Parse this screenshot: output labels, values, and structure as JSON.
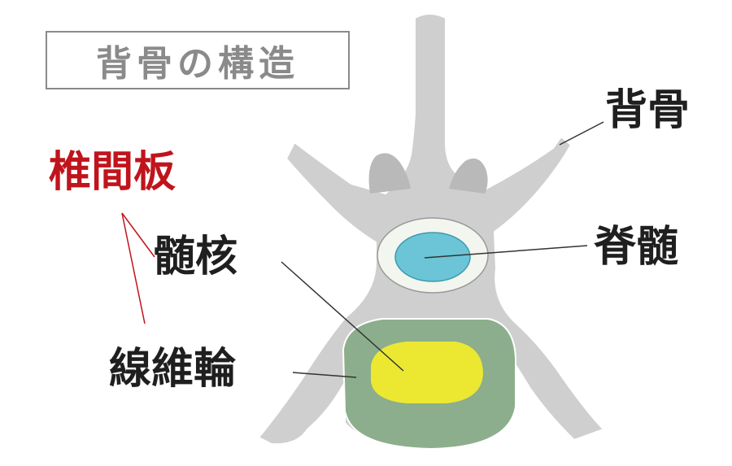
{
  "title": "背骨の構造",
  "labels": {
    "spine": "背骨",
    "disc": "椎間板",
    "nucleus": "髄核",
    "spinal_cord": "脊髄",
    "annulus": "線維輪"
  },
  "colors": {
    "bone": "#cfcfcf",
    "annulus": "#8cae8c",
    "nucleus": "#ece832",
    "spinal_cord": "#6cc5d6",
    "cord_ring": "#f3f6ee",
    "title_gray": "#8a8a8a",
    "accent_red": "#c0141c",
    "text": "#1f1f1f"
  }
}
